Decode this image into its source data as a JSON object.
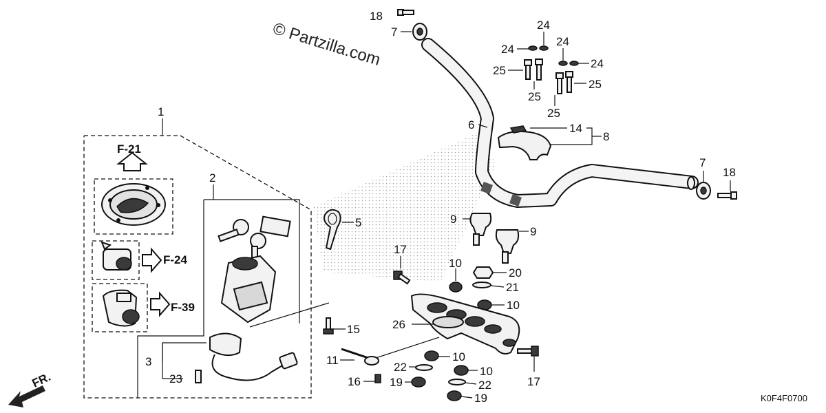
{
  "watermark": "© Partzilla.com",
  "diagram_code": "K0F4F0700",
  "front_arrow_label": "FR.",
  "ref_labels": {
    "r1": "1",
    "r2": "2",
    "r3": "3",
    "r5": "5",
    "r6": "6",
    "r7a": "7",
    "r7b": "7",
    "r8": "8",
    "r9a": "9",
    "r9b": "9",
    "r10a": "10",
    "r10b": "10",
    "r10c": "10",
    "r10d": "10",
    "r11": "11",
    "r14": "14",
    "r15": "15",
    "r16": "16",
    "r17a": "17",
    "r17b": "17",
    "r18a": "18",
    "r18b": "18",
    "r19a": "19",
    "r19b": "19",
    "r20": "20",
    "r21": "21",
    "r22a": "22",
    "r22b": "22",
    "r23": "23",
    "r24a": "24",
    "r24b": "24",
    "r24c": "24",
    "r24d": "24",
    "r25a": "25",
    "r25b": "25",
    "r25c": "25",
    "r25d": "25",
    "r26": "26"
  },
  "figure_refs": {
    "f21": "F-21",
    "f24": "F-24",
    "f39": "F-39"
  }
}
